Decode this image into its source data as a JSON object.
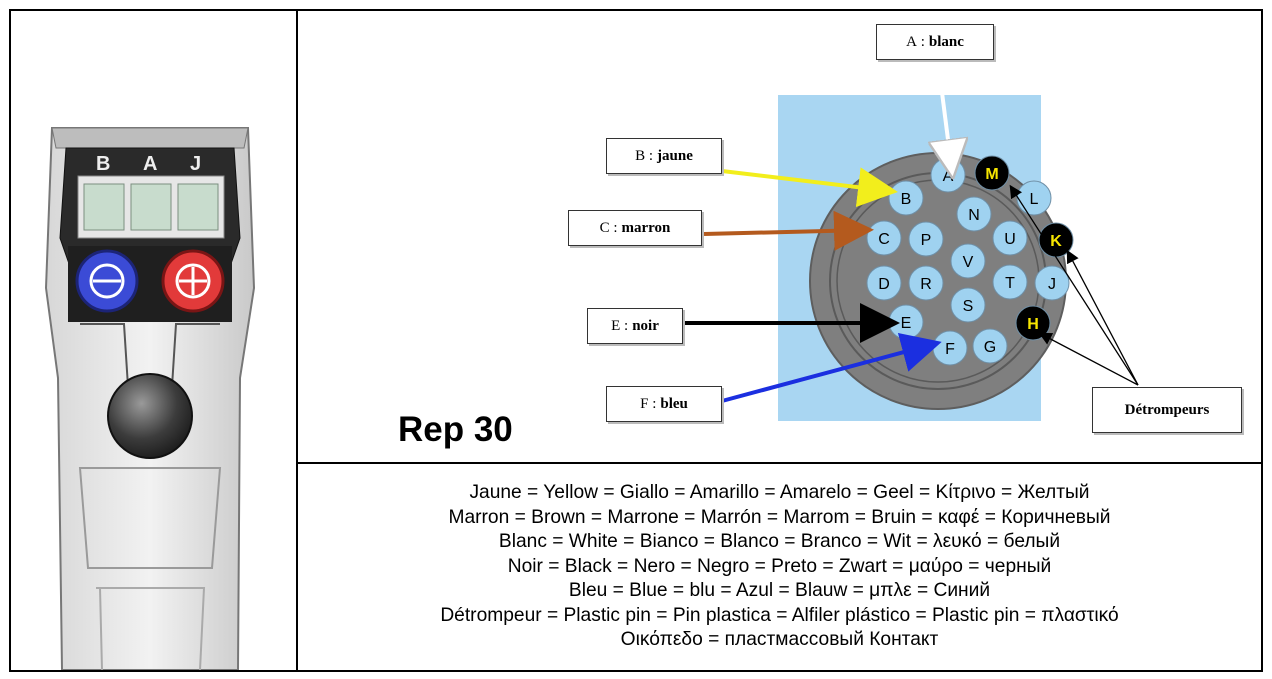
{
  "rep_label": "Rep 30",
  "callouts": {
    "a": {
      "pin": "A",
      "color": "blanc"
    },
    "b": {
      "pin": "B",
      "color": "jaune"
    },
    "c": {
      "pin": "C",
      "color": "marron"
    },
    "e": {
      "pin": "E",
      "color": "noir"
    },
    "f": {
      "pin": "F",
      "color": "bleu"
    },
    "detrompeurs": "Détrompeurs"
  },
  "connector_pins": [
    "A",
    "B",
    "C",
    "D",
    "E",
    "F",
    "G",
    "H",
    "J",
    "K",
    "L",
    "M",
    "N",
    "P",
    "R",
    "S",
    "T",
    "U",
    "V"
  ],
  "plastic_pins": [
    "M",
    "K",
    "H"
  ],
  "remote_labels": {
    "left": "B",
    "middle": "A",
    "right": "J"
  },
  "legend_lines": [
    "Jaune = Yellow = Giallo = Amarillo = Amarelo = Geel = Κίτρινο = Желтый",
    "Marron = Brown = Marrone = Marrón = Marrom = Bruin = καφέ = Коричневый",
    "Blanc = White = Bianco = Blanco = Branco = Wit = λευκό = белый",
    "Noir = Black = Nero = Negro = Preto = Zwart = μαύρο = черный",
    "Bleu = Blue = blu = Azul = Blauw = μπλε = Синий",
    "Détrompeur = Plastic pin = Pin plastica = Alfiler plástico = Plastic pin = πλαστικό",
    "Οικόπεδο = пластмассовый Контакт"
  ],
  "colors": {
    "arrow_white": "#ffffff",
    "arrow_yellow": "#f2ee1c",
    "arrow_brown": "#b45a1e",
    "arrow_black": "#000000",
    "arrow_blue": "#1b2fe0",
    "pin_fill": "#9fd2f0",
    "plastic_pin_fill": "#000000",
    "plastic_pin_text": "#f7e600",
    "background_square": "#a9d6f2",
    "connector_body": "#7f7f7f"
  }
}
